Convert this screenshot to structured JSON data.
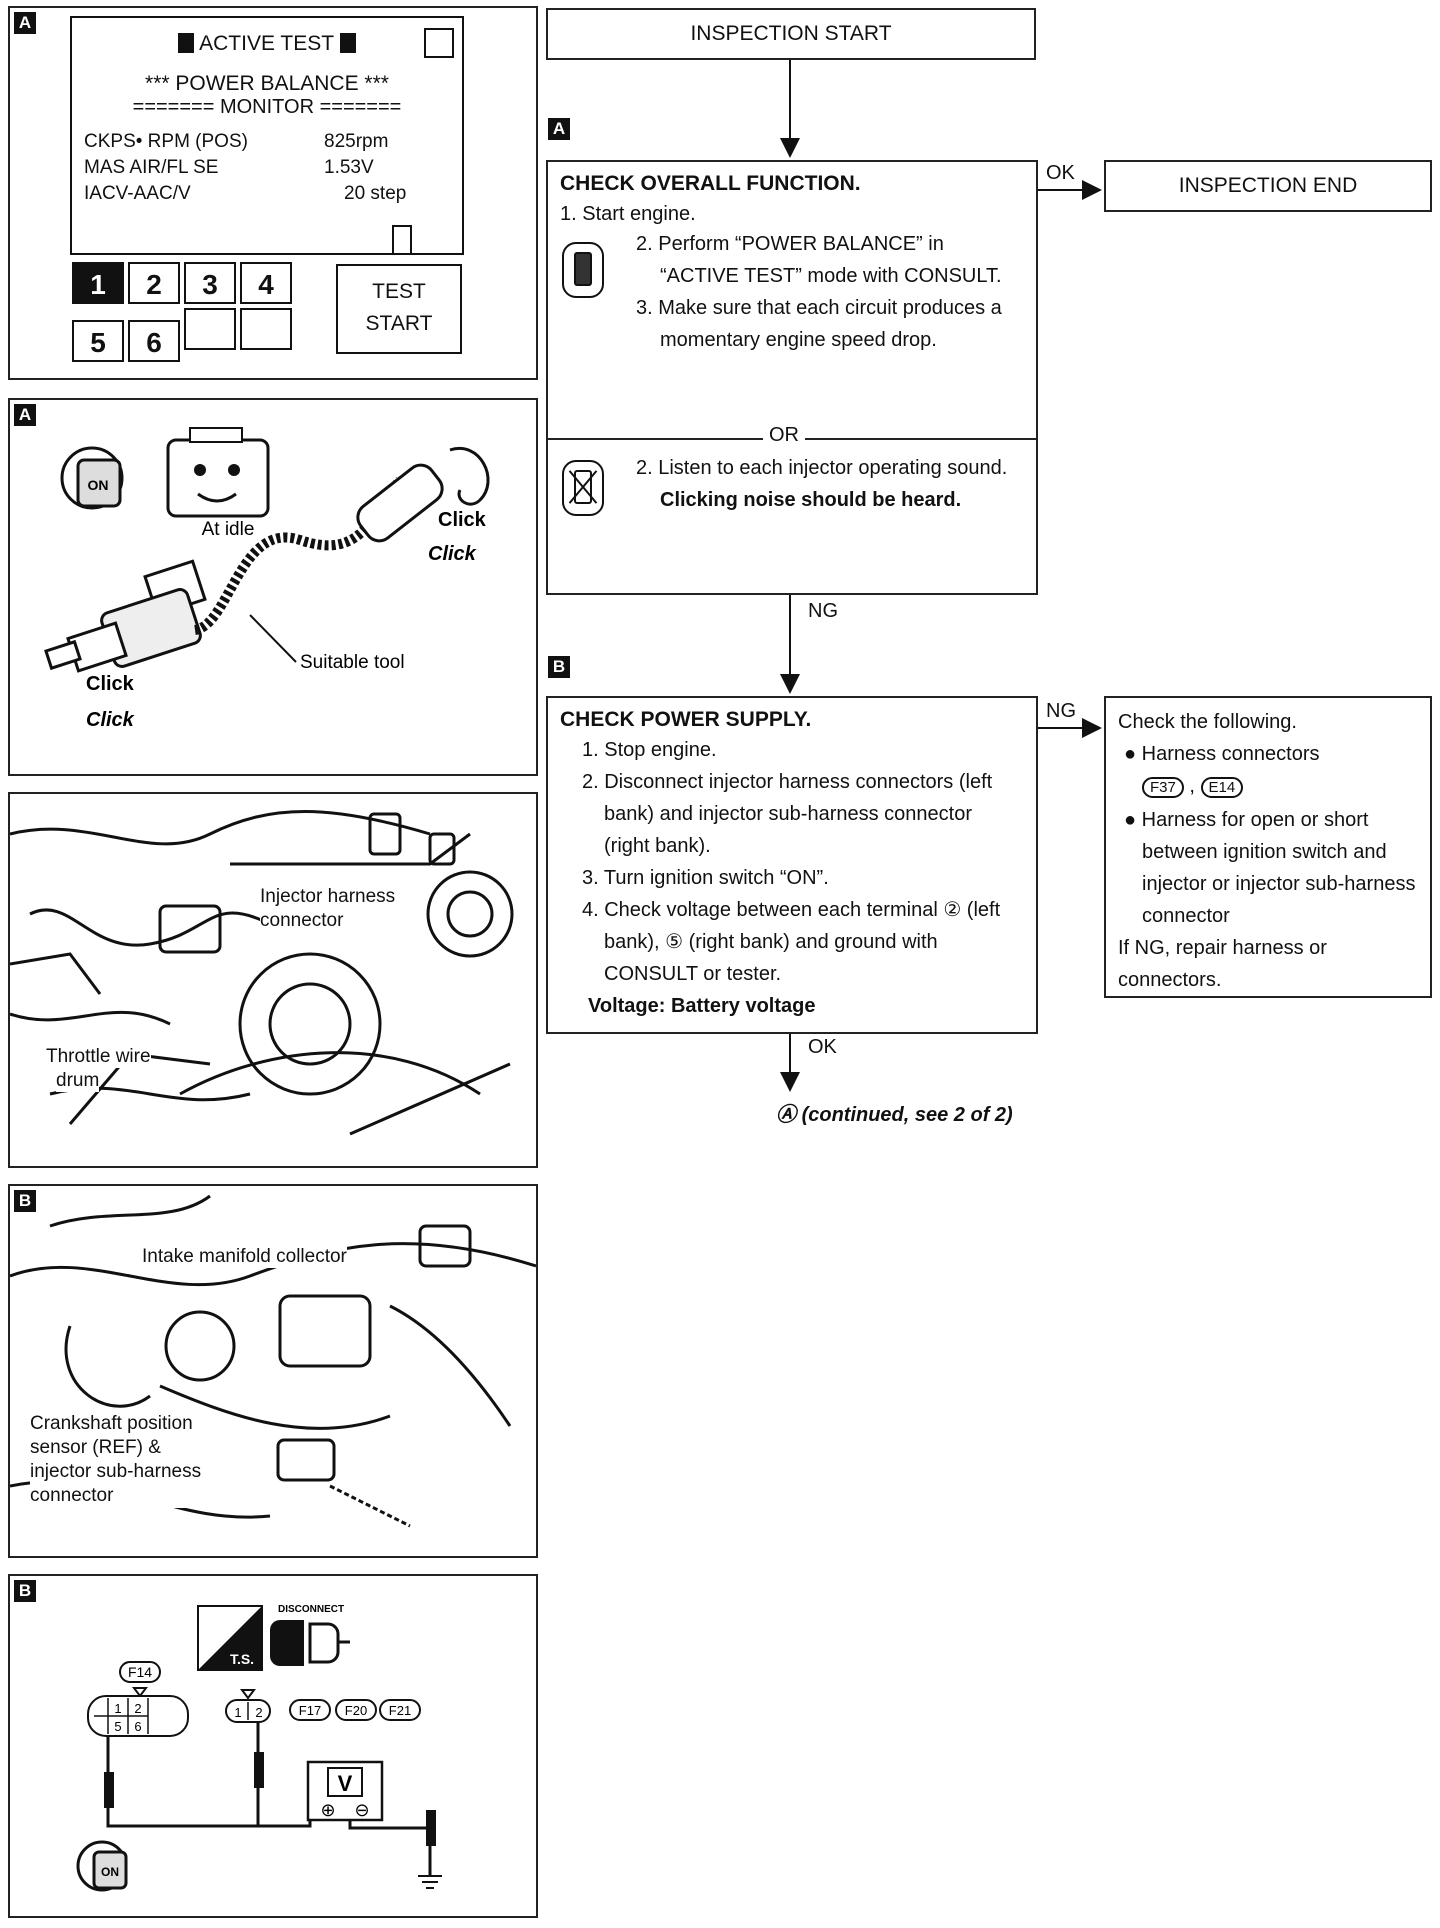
{
  "consult_screen": {
    "tag": "A",
    "header": "ACTIVE TEST",
    "title": "*** POWER BALANCE ***",
    "monitor": "======= MONITOR =======",
    "rows": [
      {
        "label": "CKPS• RPM (POS)",
        "value": "825rpm"
      },
      {
        "label": "MAS AIR/FL SE",
        "value": "1.53V"
      },
      {
        "label": "IACV-AAC/V",
        "value": "20 step"
      }
    ],
    "keys": [
      "1",
      "2",
      "3",
      "4",
      "5",
      "6"
    ],
    "selected_key": "1",
    "test_start": [
      "TEST",
      "START"
    ]
  },
  "panel_listen": {
    "tag": "A",
    "ignition": "ON",
    "at_idle": "At idle",
    "click": "Click",
    "suitable_tool": "Suitable tool"
  },
  "panel_injector": {
    "injector_harness": "Injector harness",
    "connector": "connector",
    "throttle_wire": "Throttle wire",
    "drum": "drum"
  },
  "panel_intake": {
    "tag": "B",
    "intake_collector": "Intake manifold collector",
    "crankshaft_lines": [
      "Crankshaft position",
      "sensor (REF) &",
      "injector sub-harness",
      "connector"
    ]
  },
  "panel_voltage": {
    "tag": "B",
    "ts": "T.S.",
    "disconnect": "DISCONNECT",
    "conn_f14": "F14",
    "pins_left": [
      "1",
      "2",
      "5",
      "6"
    ],
    "pins_right": [
      "1",
      "2"
    ],
    "other_conns": [
      "F17",
      "F20",
      "F21"
    ],
    "meter": "V",
    "plus": "⊕",
    "minus": "⊖",
    "ignition": "ON"
  },
  "flow": {
    "start": "INSPECTION START",
    "end": "INSPECTION END",
    "tag_a": "A",
    "tag_b": "B",
    "ok": "OK",
    "ng": "NG",
    "or": "OR",
    "check1_title": "CHECK OVERALL FUNCTION.",
    "check1_steps": [
      "1. Start engine.",
      "2. Perform “POWER BALANCE” in “ACTIVE TEST” mode with CONSULT.",
      "3. Make sure that each circuit produces a momentary engine speed drop."
    ],
    "check1_alt": "2. Listen to each injector operating sound.",
    "check1_alt_bold": "Clicking noise should be heard.",
    "check2_title": "CHECK POWER SUPPLY.",
    "check2_steps": [
      "1. Stop engine.",
      "2. Disconnect injector harness connectors (left bank) and injector sub-harness connector (right bank).",
      "3. Turn ignition switch “ON”.",
      "4. Check voltage between each terminal ② (left bank), ⑤ (right bank) and ground with CONSULT or tester."
    ],
    "check2_bold": "Voltage: Battery voltage",
    "ng_box_title": "Check the following.",
    "ng_box_items": [
      "Harness connectors",
      "Harness for open or short between ignition switch and injector or injector sub-harness connector"
    ],
    "ng_conns": [
      "F37",
      "E14"
    ],
    "ng_box_footer": "If NG, repair harness or connectors.",
    "continued_mark": "Ⓐ",
    "continued": "(continued, see 2 of 2)"
  },
  "colors": {
    "line": "#222222",
    "fill_dark": "#111111"
  }
}
